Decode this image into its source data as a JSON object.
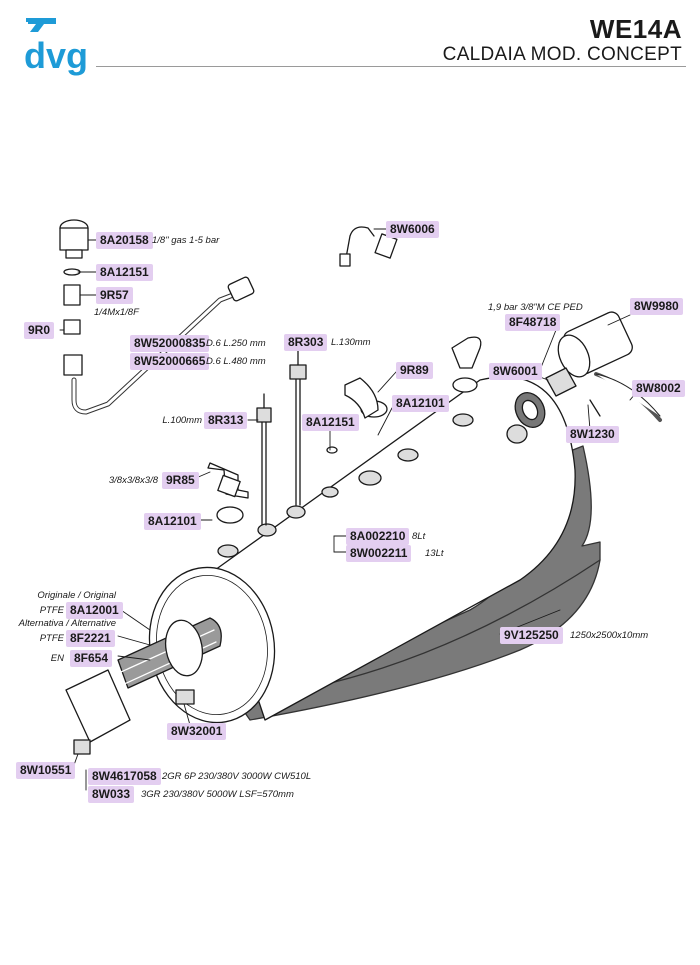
{
  "header": {
    "brand": "dvg",
    "code": "WE14A",
    "subtitle": "CALDAIA MOD. CONCEPT"
  },
  "colors": {
    "tag_bg": "#e3cef0",
    "brand_blue": "#1e9bd7",
    "gasket_grey": "#777777"
  },
  "parts": [
    {
      "code": "8A20158",
      "note": "1/8\" gas 1-5 bar"
    },
    {
      "code": "8A12151",
      "note": ""
    },
    {
      "code": "9R57",
      "note": "1/4Mx1/8F"
    },
    {
      "code": "9R0",
      "note": ""
    },
    {
      "code": "8W52000835",
      "note": "D.6 L.250 mm"
    },
    {
      "code": "8W52000665",
      "note": "D.6 L.480 mm"
    },
    {
      "code": "8W6006",
      "note": ""
    },
    {
      "code": "8R303",
      "note": "L.130mm"
    },
    {
      "code": "8R313",
      "note": "L.100mm"
    },
    {
      "code": "8A12151",
      "note": ""
    },
    {
      "code": "9R89",
      "note": ""
    },
    {
      "code": "8A12101",
      "note": ""
    },
    {
      "code": "9R85",
      "note": "3/8x3/8x3/8"
    },
    {
      "code": "8A12101",
      "note": ""
    },
    {
      "code": "8A002210",
      "note": "8Lt"
    },
    {
      "code": "8W002211",
      "note": "13Lt"
    },
    {
      "code": "8F48718",
      "note": "1,9 bar 3/8\"M CE PED"
    },
    {
      "code": "8W9980",
      "note": ""
    },
    {
      "code": "8W6001",
      "note": ""
    },
    {
      "code": "8W8002",
      "note": ""
    },
    {
      "code": "8W1230",
      "note": ""
    },
    {
      "code": "9V125250",
      "note": "1250x2500x10mm"
    },
    {
      "code": "8A12001",
      "note": "PTFE"
    },
    {
      "code": "8F2221",
      "note": "PTFE"
    },
    {
      "code": "8F654",
      "note": "EN"
    },
    {
      "code": "8W32001",
      "note": ""
    },
    {
      "code": "8W10551",
      "note": ""
    },
    {
      "code": "8W4617058",
      "note": "2GR 6P 230/380V 3000W CW510L"
    },
    {
      "code": "8W033",
      "note": "3GR 230/380V 5000W LSF=570mm"
    }
  ],
  "gasket_notes": {
    "original": "Originale / Original",
    "alternative": "Alternativa / Alternative"
  }
}
